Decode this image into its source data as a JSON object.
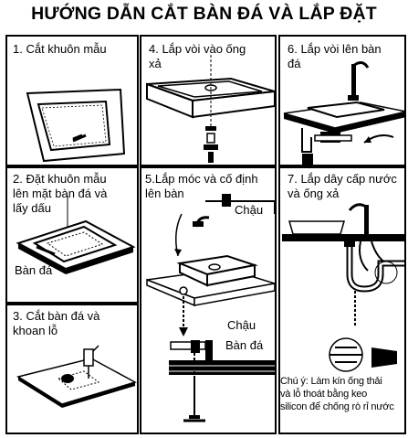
{
  "title": "HƯỚNG DẪN CẮT BÀN ĐÁ VÀ LẮP ĐẶT",
  "steps": [
    {
      "text": "1. Cắt khuôn mẫu"
    },
    {
      "text": "2. Đặt khuôn mẫu\nlên mặt bàn đá và\nlấy dấu",
      "label": "Bàn đá"
    },
    {
      "text": "3. Cắt bàn đá và\nkhoan lỗ"
    },
    {
      "text": "4. Lắp vòi vào ống\nxả"
    },
    {
      "text": "5.Lắp móc và cố định\nlên bàn",
      "label_sink_top": "Chậu",
      "label_sink_bottom": "Chậu",
      "label_counter": "Bàn đá"
    },
    {
      "text": "6. Lắp vòi lên bàn\nđá"
    },
    {
      "text": "7. Lắp dây cấp nước\nvà ống xả",
      "note": "Chú ý: Làm kín ống thải\nvà lỗ thoát bằng keo\nsilicon để chống rò rỉ nước"
    }
  ]
}
